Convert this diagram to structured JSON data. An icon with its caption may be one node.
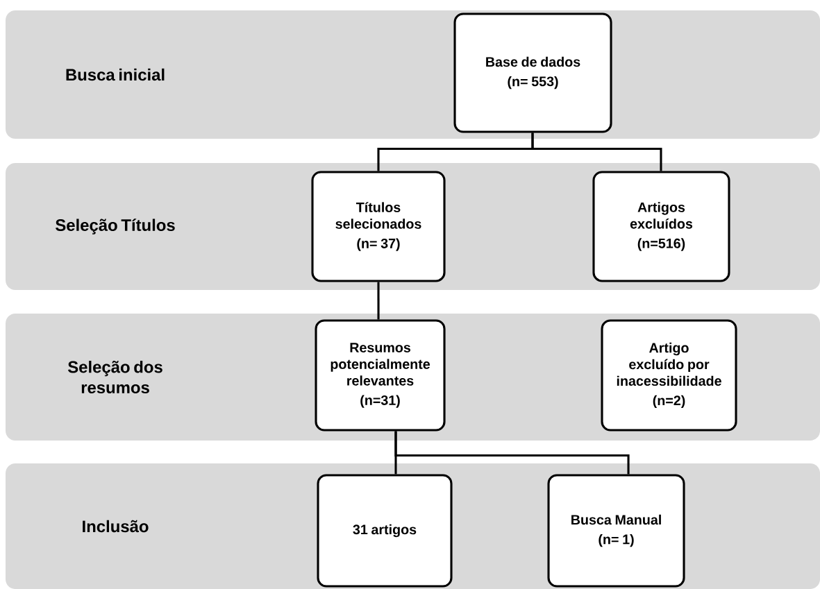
{
  "diagram": {
    "nodes": [
      {
        "text": [
          "Busca inicial"
        ]
      },
      {
        "text": [
          "Base de dados",
          "(n= 553)"
        ],
        "in": 0
      },
      {
        "text": [
          "Seleção Títulos"
        ]
      },
      {
        "text": [
          "Títulos selecionados",
          "(n= 37)"
        ],
        "in": 2
      },
      {
        "text": [
          "Artigos excluídos",
          "(n=516)"
        ],
        "in": 2
      },
      {
        "text": [
          "Seleção dos resumos"
        ]
      },
      {
        "text": [
          "Resumos potencialmente relevantes",
          "(n=31)"
        ],
        "in": 5
      },
      {
        "text": [
          "Artigo excluído por inacessibilidade",
          "(n=2)"
        ],
        "in": 5
      },
      {
        "text": [
          "Inclusão"
        ]
      },
      {
        "text": [
          "31 artigos"
        ],
        "in": 8
      },
      {
        "text": [
          "Busca Manual",
          "(n= 1)"
        ],
        "in": 8
      }
    ],
    "edges": [
      {
        "from": 1,
        "to": 3,
        "arrow": "none"
      },
      {
        "from": 1,
        "to": 4,
        "arrow": "none"
      },
      {
        "from": 3,
        "to": 6,
        "arrow": "none"
      },
      {
        "from": 6,
        "to": 9,
        "arrow": "none"
      },
      {
        "from": 6,
        "to": 10,
        "arrow": "none"
      }
    ]
  }
}
